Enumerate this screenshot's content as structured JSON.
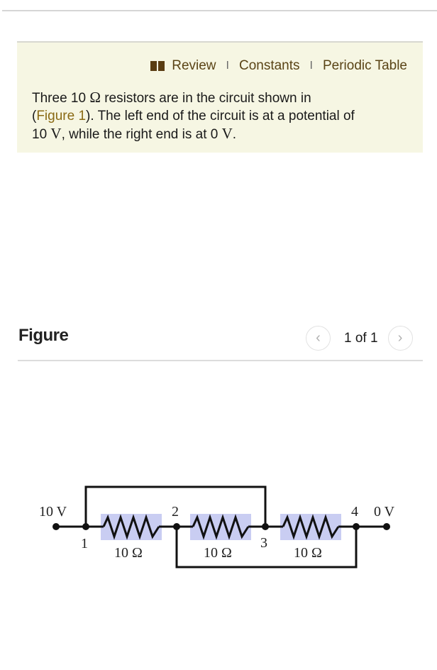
{
  "header": {
    "links": [
      {
        "label": "Review",
        "icon": "book-icon"
      },
      {
        "label": "Constants"
      },
      {
        "label": "Periodic Table"
      }
    ],
    "separator": "I"
  },
  "problem": {
    "part1": "Three 10 ",
    "ohm": "Ω",
    "part2": " resistors are in the circuit shown in",
    "paren_open": "(",
    "figure_link": "Figure 1",
    "part3": "). The left end of the circuit is at a potential of",
    "v1_num": "10 ",
    "v1_unit": "V",
    "part4": ", while the right end is at 0 ",
    "v2_unit": "V",
    "part5": "."
  },
  "figure": {
    "title": "Figure",
    "pager": {
      "current": "1 of 1",
      "prev_icon": "chevron-left-icon",
      "next_icon": "chevron-right-icon",
      "prev": "‹",
      "next": "›"
    }
  },
  "circuit": {
    "left_voltage": "10 V",
    "right_voltage": "0 V",
    "nodes": [
      "1",
      "2",
      "3",
      "4"
    ],
    "resistors": [
      {
        "label": "10 Ω"
      },
      {
        "label": "10 Ω"
      },
      {
        "label": "10 Ω"
      }
    ],
    "colors": {
      "wire": "#111111",
      "highlight": "#c9cdf2"
    }
  }
}
